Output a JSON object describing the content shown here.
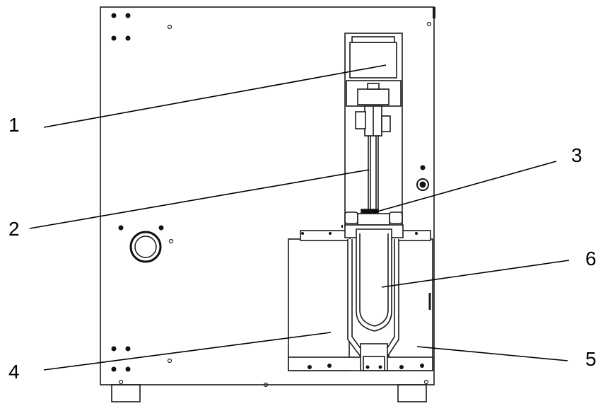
{
  "diagram": {
    "callouts": [
      {
        "id": 1,
        "label": "1"
      },
      {
        "id": 2,
        "label": "2"
      },
      {
        "id": 3,
        "label": "3"
      },
      {
        "id": 4,
        "label": "4"
      },
      {
        "id": 5,
        "label": "5"
      },
      {
        "id": 6,
        "label": "6"
      }
    ],
    "colors": {
      "line": "#000000",
      "fill": "#ffffff",
      "panel_stroke": "#1a1a1a"
    }
  }
}
